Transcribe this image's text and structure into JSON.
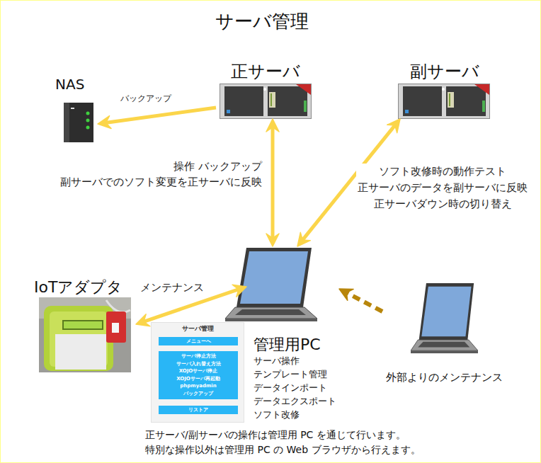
{
  "diagram": {
    "title": "サーバ管理",
    "nodes": [
      {
        "text": [
          "NAS"
        ]
      },
      {
        "text": [
          "正サーバ"
        ]
      },
      {
        "text": [
          "副サーバ"
        ]
      },
      {
        "text": [
          "管理用PC",
          "サーバ操作",
          "テンプレート管理",
          "データインポート",
          "データエクスポート",
          "ソフト改修"
        ]
      },
      {
        "text": [
          "IoTアダプタ"
        ]
      },
      {
        "text": [
          "サーバ管理"
        ]
      },
      {
        "text": [
          "メニューへ"
        ],
        "in": 5
      },
      {
        "text": [
          "サーバ停止方法",
          "サーバ入れ替え方法",
          "XOJOサーバ停止",
          "XOJOサーバ再起動",
          "phpmyadmin",
          "バックアップ"
        ],
        "in": 5
      },
      {
        "text": [
          "リストア"
        ],
        "in": 5
      },
      {
        "text": [
          "外部よりのメンテナンス"
        ]
      }
    ],
    "edges": [
      {
        "from": 1,
        "to": 0,
        "arrow": "to",
        "label": "バックアップ"
      },
      {
        "from": 3,
        "to": 1,
        "arrow": "both",
        "label": "操作 バックアップ 副サーバでのソフト変更を正サーバに反映"
      },
      {
        "from": 3,
        "to": 2,
        "arrow": "both",
        "label": "ソフト改修時の動作テスト 正サーバのデータを副サーバに反映 正サーバダウン時の切り替え"
      },
      {
        "from": 3,
        "to": 4,
        "arrow": "both",
        "label": "メンテナンス"
      },
      {
        "from": 9,
        "to": 3,
        "arrow": "to"
      }
    ],
    "labels": [
      "正サーバ/副サーバの操作は管理用 PC を通じて行います。",
      "特別な操作以外は管理用 PC の Web ブラウザから行えます。"
    ]
  }
}
